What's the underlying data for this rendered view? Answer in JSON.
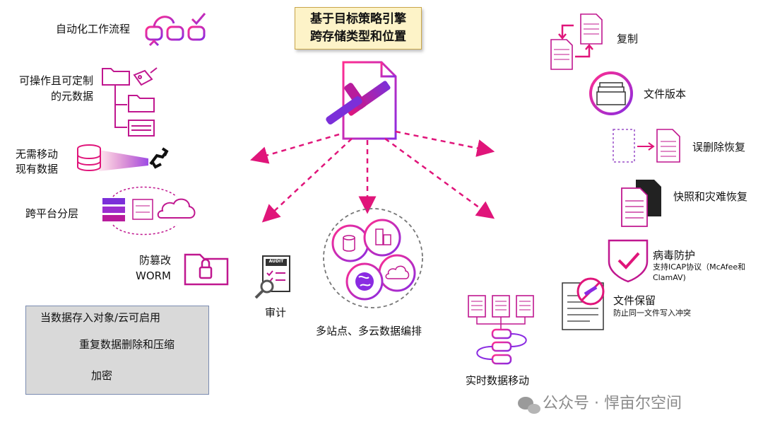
{
  "title": {
    "line1": "基于目标策略引擎",
    "line2": "跨存储类型和位置"
  },
  "left_features": {
    "workflow": "自动化工作流程",
    "metadata_line1": "可操作且可定制",
    "metadata_line2": "的元数据",
    "nomove_line1": "无需移动",
    "nomove_line2": "现有数据",
    "tiering": "跨平台分层",
    "worm_line1": "防篡改",
    "worm_line2": "WORM"
  },
  "center_features": {
    "audit": "审计",
    "audit_icon_text": "AUDIT",
    "multisite": "多站点、多云数据编排",
    "realtime": "实时数据移动"
  },
  "right_features": {
    "replication": "复制",
    "versioning": "文件版本",
    "undelete": "误删除恢复",
    "snapshot": "快照和灾难恢复",
    "antivirus": "病毒防护",
    "antivirus_sub1": "支持ICAP协议（McAfee和",
    "antivirus_sub2": "ClamAV)",
    "retention": "文件保留",
    "retention_sub": "防止同一文件写入冲突"
  },
  "object_box": {
    "header": "当数据存入对象/云可启用",
    "dedupe": "重复数据删除和压缩",
    "encrypt": "加密"
  },
  "watermark": "公众号 · 悍亩尔空间",
  "colors": {
    "accent": "#e0157a",
    "purple": "#8a2be2",
    "magenta": "#c0178f"
  }
}
